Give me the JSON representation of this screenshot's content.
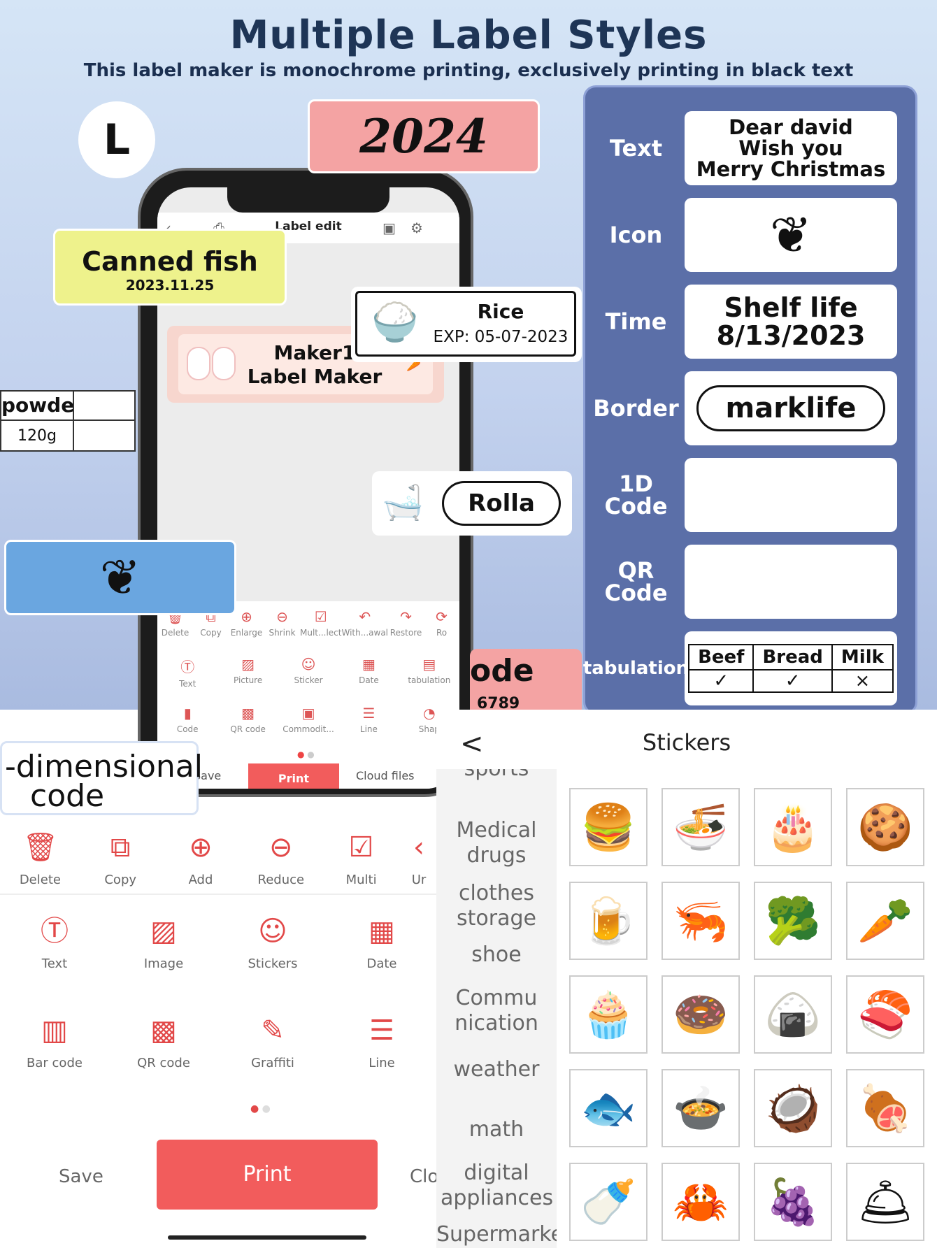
{
  "banner": {
    "title": "Multiple Label Styles",
    "subtitle": "This label maker is monochrome printing,  exclusively printing in black text",
    "size_badge": "L"
  },
  "phone": {
    "title": "Label edit",
    "label_lines": [
      "Maker1",
      "Label Maker"
    ],
    "toolbar": [
      "Delete",
      "Copy",
      "Enlarge",
      "Shrink",
      "Mult...lect",
      "With...awal",
      "Restore",
      "Ro"
    ],
    "tools_row1": [
      "Text",
      "Picture",
      "Sticker",
      "Date",
      "tabulation"
    ],
    "tools_row2": [
      "Code",
      "QR code",
      "Commodit...",
      "Line",
      "Shap"
    ],
    "actions": {
      "save": "Save",
      "print": "Print",
      "cloud": "Cloud files"
    }
  },
  "stickers": {
    "dragon_text": "2024",
    "canned_title": "Canned fish",
    "canned_date": "2023.11.25",
    "rice_name": "Rice",
    "rice_exp": "EXP:  05-07-2023",
    "rolla": "Rolla",
    "powder_name": "powder",
    "powder_weight": "120g",
    "code_partial": "ode",
    "code_num_partial": "6789",
    "dimensional_1": "-dimensional",
    "dimensional_2": "code"
  },
  "features": [
    {
      "label": "Text",
      "content": [
        "Dear david",
        "Wish you",
        "Merry Christmas"
      ]
    },
    {
      "label": "Icon",
      "content": []
    },
    {
      "label": "Time",
      "content": [
        "Shelf life",
        "8/13/2023"
      ]
    },
    {
      "label": "Border",
      "content": [
        "marklife"
      ]
    },
    {
      "label": "1D Code",
      "content": []
    },
    {
      "label": "QR Code",
      "content": []
    },
    {
      "label": "tabulation",
      "table": {
        "headers": [
          "Beef",
          "Bread",
          "Milk"
        ],
        "marks": [
          "✓",
          "✓",
          "×"
        ]
      }
    }
  ],
  "editor": {
    "toolbar": [
      "Delete",
      "Copy",
      "Add",
      "Reduce",
      "Multi",
      "Ur"
    ],
    "tools_row1": [
      "Text",
      "Image",
      "Stickers",
      "Date"
    ],
    "tools_row2": [
      "Bar code",
      "QR code",
      "Graffiti",
      "Line"
    ],
    "save": "Save",
    "print": "Print",
    "cloud_partial": "Clo"
  },
  "sticker_panel": {
    "title": "Stickers",
    "back": "<",
    "categories": [
      "sports",
      "Medical drugs",
      "clothes storage",
      "shoe",
      "Commu nication",
      "weather",
      "math",
      "digital appliances",
      "Supermarke"
    ],
    "icons": [
      "burger-icon",
      "noodle-bowl-icon",
      "cake-icon",
      "cookie-icon",
      "beer-mug-icon",
      "shrimp-icon",
      "broccoli-icon",
      "carrot-icon",
      "cupcake-icon",
      "donut-icon",
      "onigiri-icon",
      "sushi-icon",
      "fish-icon",
      "pot-icon",
      "coconut-drink-icon",
      "ham-icon",
      "milk-bottle-icon",
      "crab-icon",
      "grapes-icon",
      "cloche-icon"
    ],
    "glyphs": [
      "🍔",
      "🍜",
      "🎂",
      "🍪",
      "🍺",
      "🦐",
      "🥦",
      "🥕",
      "🧁",
      "🍩",
      "🍙",
      "🍣",
      "🐟",
      "🍲",
      "🥥",
      "🍖",
      "🍼",
      "🦀",
      "🍇",
      "🛎"
    ]
  },
  "colors": {
    "accent": "#f25c5c",
    "panel": "#5b6fa8",
    "yellow": "#eef28c",
    "blue": "#6aa6e0",
    "pink": "#f4a3a3"
  }
}
